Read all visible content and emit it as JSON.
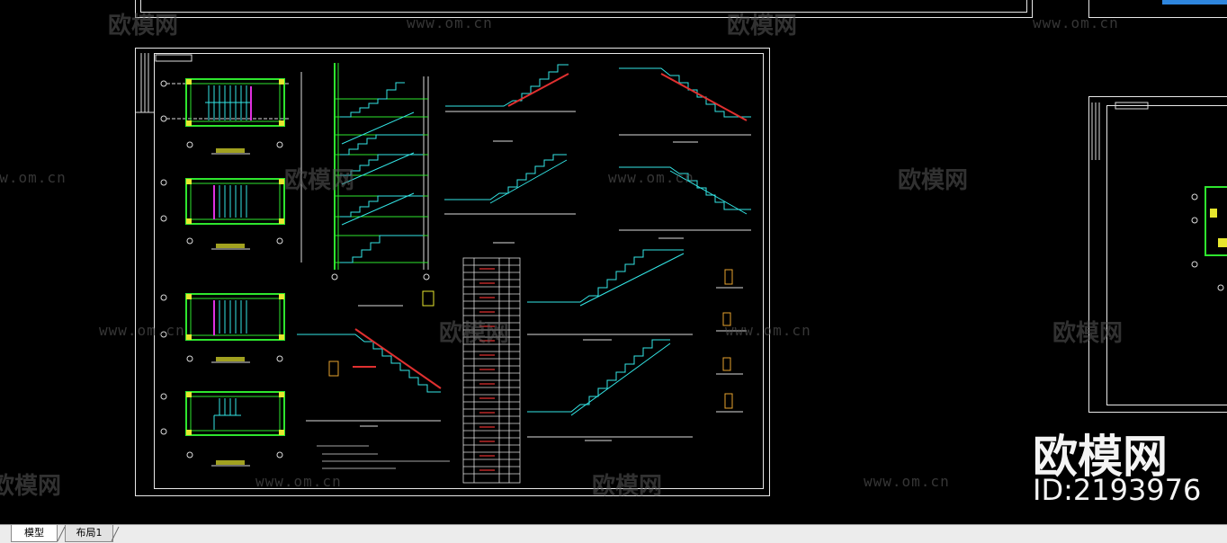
{
  "watermark": {
    "logo_text": "欧模网",
    "url_text": "www.om.cn",
    "id_text": "ID:2193976"
  },
  "tabs": [
    {
      "label": "模型",
      "active": true
    },
    {
      "label": "布局1",
      "active": false
    }
  ],
  "colors": {
    "background": "#000000",
    "sheet_border": "#e8e8e8",
    "cad_green": "#2ee62e",
    "cad_cyan": "#33e6e6",
    "cad_red": "#e03030",
    "cad_magenta": "#e030e0",
    "cad_yellow": "#e6e62e",
    "cad_white": "#dcdcdc",
    "watermark": "#5a5a5a",
    "tabbar": "#ececec"
  }
}
